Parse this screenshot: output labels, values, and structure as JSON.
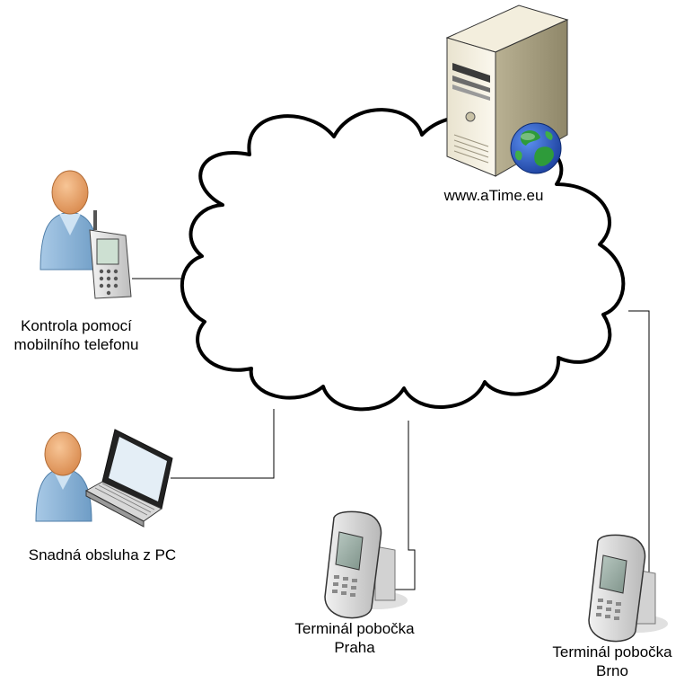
{
  "diagram": {
    "server": {
      "label": "www.aTime.eu",
      "icon": "server-globe-icon"
    },
    "cloud": {
      "icon": "internet-cloud-icon"
    },
    "mobile_user": {
      "line1": "Kontrola pomocí",
      "line2": "mobilního telefonu",
      "icon": "person-with-phone-icon"
    },
    "pc_user": {
      "label": "Snadná obsluha z PC",
      "icon": "person-with-laptop-icon"
    },
    "terminal_praha": {
      "line1": "Terminál pobočka",
      "line2": "Praha",
      "icon": "attendance-terminal-icon"
    },
    "terminal_brno": {
      "line1": "Terminál pobočka",
      "line2": "Brno",
      "icon": "attendance-terminal-icon"
    },
    "colors": {
      "line": "#000000",
      "skin": "#e8a06a",
      "shirt": "#8fb6d8",
      "globe_sea": "#1f4fbf",
      "globe_land": "#2e9b3a"
    }
  }
}
